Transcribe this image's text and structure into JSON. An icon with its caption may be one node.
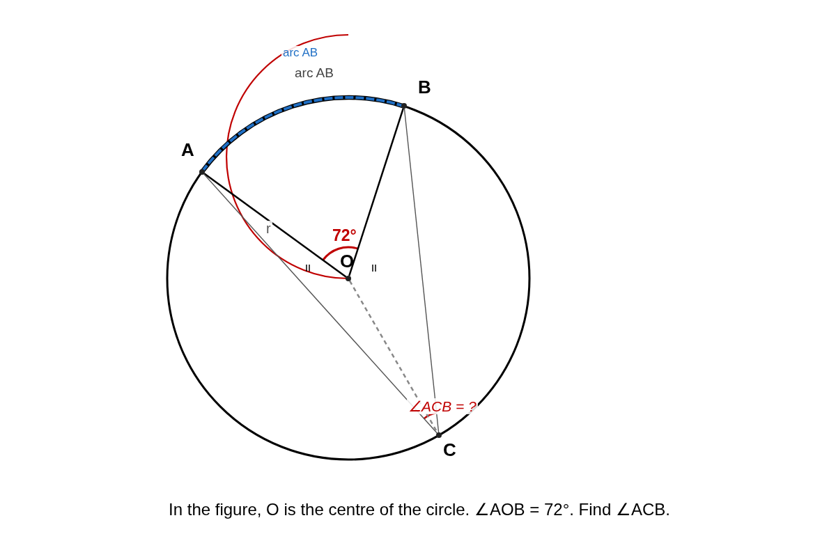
{
  "diagram": {
    "caption": "In the figure, O is the centre of the circle. ∠AOB = 72°. Find ∠ACB.",
    "nodes": [
      {
        "text": [
          "A"
        ]
      },
      {
        "text": [
          "B"
        ]
      },
      {
        "text": [
          "O"
        ]
      },
      {
        "text": [
          "C"
        ]
      }
    ],
    "edges": [
      {
        "from": 2,
        "to": 0,
        "arrow": "none",
        "label": "r",
        "color": "#000000"
      },
      {
        "from": 2,
        "to": 1,
        "arrow": "none",
        "color": "#000000"
      },
      {
        "from": 0,
        "to": 3,
        "arrow": "none"
      },
      {
        "from": 1,
        "to": 3,
        "arrow": "none"
      },
      {
        "from": 2,
        "to": 3,
        "arrow": "none",
        "style": "dashed",
        "color": "#888888"
      },
      {
        "from": 0,
        "to": 1,
        "arrow": "none",
        "style": "dashed",
        "color": "#1f6fc5"
      }
    ],
    "labels": [
      "arc AB",
      "arc AB",
      "72°",
      "∠ACB = ?"
    ]
  }
}
